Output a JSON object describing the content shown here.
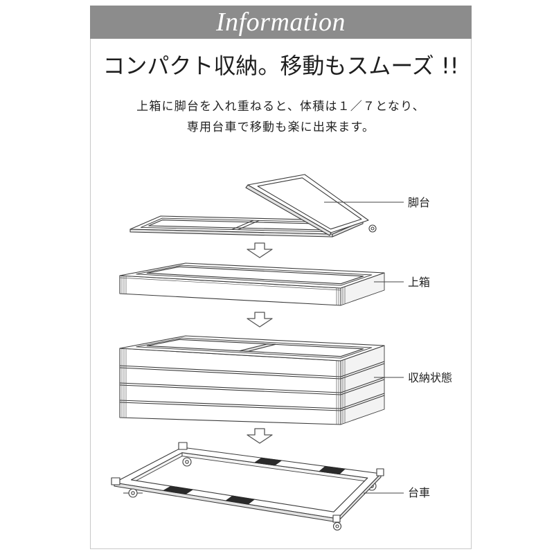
{
  "header": {
    "title": "Information"
  },
  "headline": "コンパクト収納。移動もスムーズ !!",
  "description": [
    "上箱に脚台を入れ重ねると、体積は１／７となり、",
    "専用台車で移動も楽に出来ます。"
  ],
  "diagram": {
    "labels": {
      "stand": "脚台",
      "upper_box": "上箱",
      "stored": "収納状態",
      "cart": "台車"
    }
  },
  "icons": {
    "step_arrow": "down-arrow-icon"
  },
  "colors": {
    "header_bg": "#8c8c8c",
    "line": "#3a3a3a",
    "border": "#c8c8c8"
  }
}
